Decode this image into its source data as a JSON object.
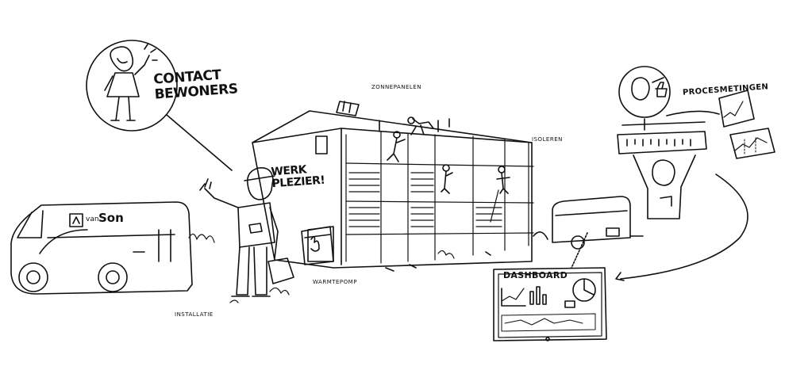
{
  "labels": {
    "contact_line1": "CONTACT",
    "contact_line2": "BEWONERS",
    "werk_line1": "WERK",
    "werk_line2": "PLEZIER!",
    "zonnepanelen": "ZONNEPANELEN",
    "isoleren": "ISOLEREN",
    "warmtepomp": "WARMTEPOMP",
    "installatie": "INSTALLATIE",
    "procesmetingen": "PROCESMETINGEN",
    "dashboard": "DASHBOARD",
    "van_brand": "van",
    "son_brand": "Son"
  },
  "icons": [
    "woman-waving-icon",
    "worker-waving-icon",
    "van-icon",
    "building-scaffold-icon",
    "heat-pump-icon",
    "trailer-icon",
    "dashboard-screen-icon",
    "thumbs-up-icon",
    "measuring-worker-icon",
    "line-chart-icon"
  ]
}
